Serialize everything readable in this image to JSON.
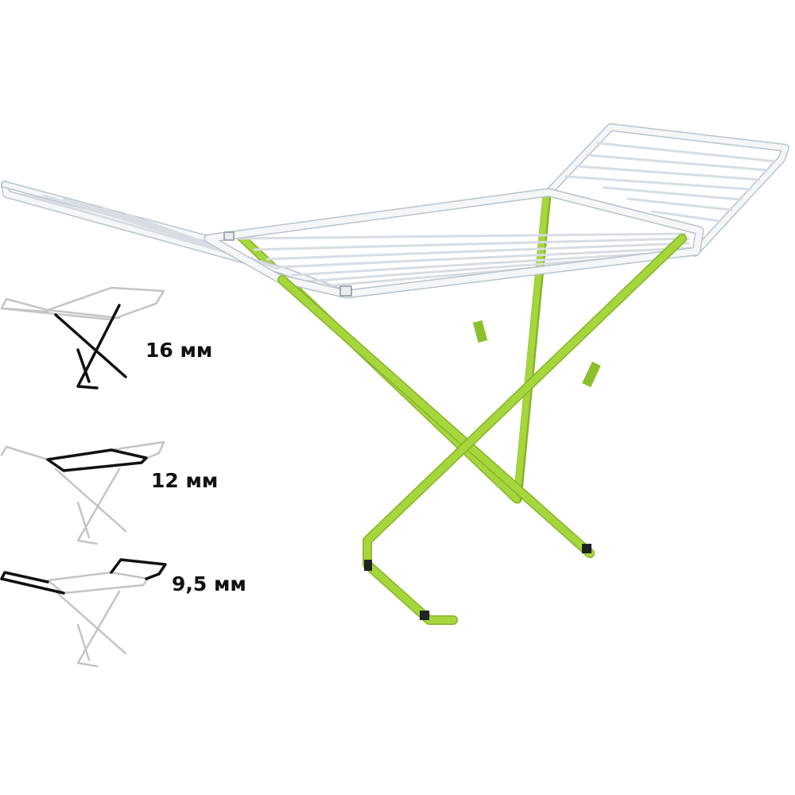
{
  "diagrams": {
    "frame_16": {
      "label": "16 мм"
    },
    "frame_12": {
      "label": "12 мм"
    },
    "frame_95": {
      "label": "9,5 мм"
    }
  },
  "colors": {
    "background": "#ffffff",
    "legs": "#a6d63b",
    "legs_shade": "#86b52a",
    "rails": "#f4f6f8",
    "rails_edge": "#b9c3cc",
    "highlight": "#111111",
    "diagram_line": "#c4c4c4"
  }
}
